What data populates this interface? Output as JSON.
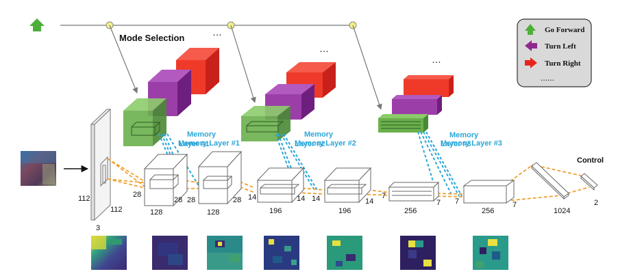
{
  "header": {
    "mode_selection_label": "Mode Selection",
    "ellipsis": "…",
    "forward_icon": "up-arrow-icon"
  },
  "legend": {
    "items": [
      {
        "label": "Go Forward",
        "icon": "green-up-arrow-icon",
        "color": "#4caf3a"
      },
      {
        "label": "Turn Left",
        "icon": "purple-left-arrow-icon",
        "color": "#8e2a8e"
      },
      {
        "label": "Turn Right",
        "icon": "red-right-arrow-icon",
        "color": "#e8251c"
      }
    ],
    "more": "......"
  },
  "memory_layers": [
    "Memory Layer #1",
    "Memory Layer #2",
    "Memory Layer #3"
  ],
  "network": {
    "input_dims": {
      "height": "112",
      "width": "112",
      "channels": "3"
    },
    "layers": [
      {
        "side_a": "28",
        "side_b": "28",
        "depth": "128"
      },
      {
        "side_a": "28",
        "side_b": "28",
        "depth": "128"
      },
      {
        "side_a": "14",
        "side_b": "14",
        "depth": "196"
      },
      {
        "side_a": "14",
        "side_b": "14",
        "depth": "196"
      },
      {
        "side_a": "7",
        "side_b": "7",
        "depth": "256"
      },
      {
        "side_a": "7",
        "side_b": "7",
        "depth": "256"
      }
    ],
    "fc": {
      "depth": "1024"
    },
    "output": {
      "label": "Control",
      "size": "2"
    }
  },
  "colors": {
    "forward": "#6ab04c",
    "left": "#9c3ea8",
    "right": "#ee2b1f",
    "memory_link": "#2aa7d8",
    "feature_link": "#f0a030",
    "selector_node": "#f4f08a"
  }
}
